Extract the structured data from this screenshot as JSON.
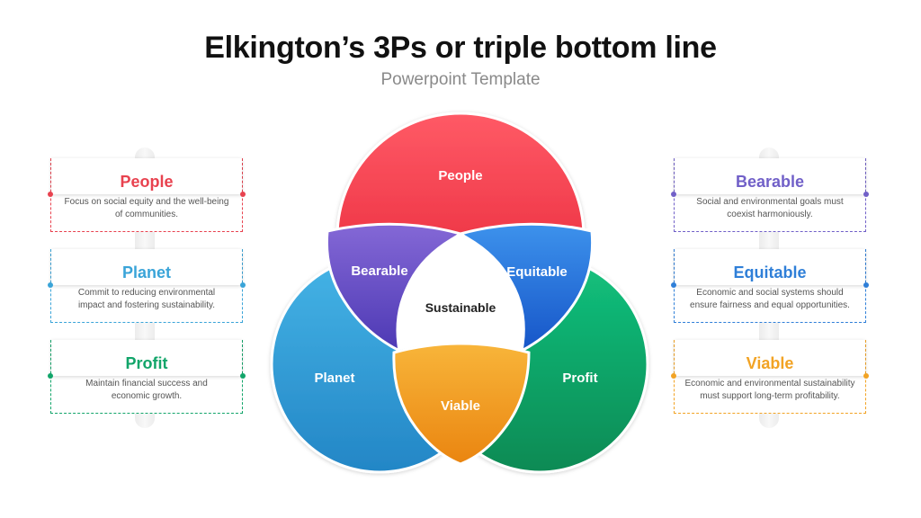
{
  "title": "Elkington’s 3Ps or triple bottom line",
  "subtitle": "Powerpoint Template",
  "diagram": {
    "people": "People",
    "planet": "Planet",
    "profit": "Profit",
    "bearable": "Bearable",
    "equitable": "Equitable",
    "viable": "Viable",
    "sustainable": "Sustainable"
  },
  "left_cards": [
    {
      "title": "People",
      "desc1": "Focus on social equity and the well-being",
      "desc2": "of communities.",
      "color": "#e8424f"
    },
    {
      "title": "Planet",
      "desc1": "Commit to reducing environmental",
      "desc2": "impact and fostering sustainability.",
      "color": "#3aa4d8"
    },
    {
      "title": "Profit",
      "desc1": "Maintain financial success and",
      "desc2": "economic growth.",
      "color": "#12a56a"
    }
  ],
  "right_cards": [
    {
      "title": "Bearable",
      "desc1": "Social and environmental goals must",
      "desc2": "coexist harmoniously.",
      "color": "#7160c8"
    },
    {
      "title": "Equitable",
      "desc1": "Economic and social systems should",
      "desc2": "ensure fairness and equal opportunities.",
      "color": "#2f7fd8"
    },
    {
      "title": "Viable",
      "desc1": "Economic and environmental sustainability",
      "desc2": "must support long-term profitability.",
      "color": "#f2a324"
    }
  ]
}
